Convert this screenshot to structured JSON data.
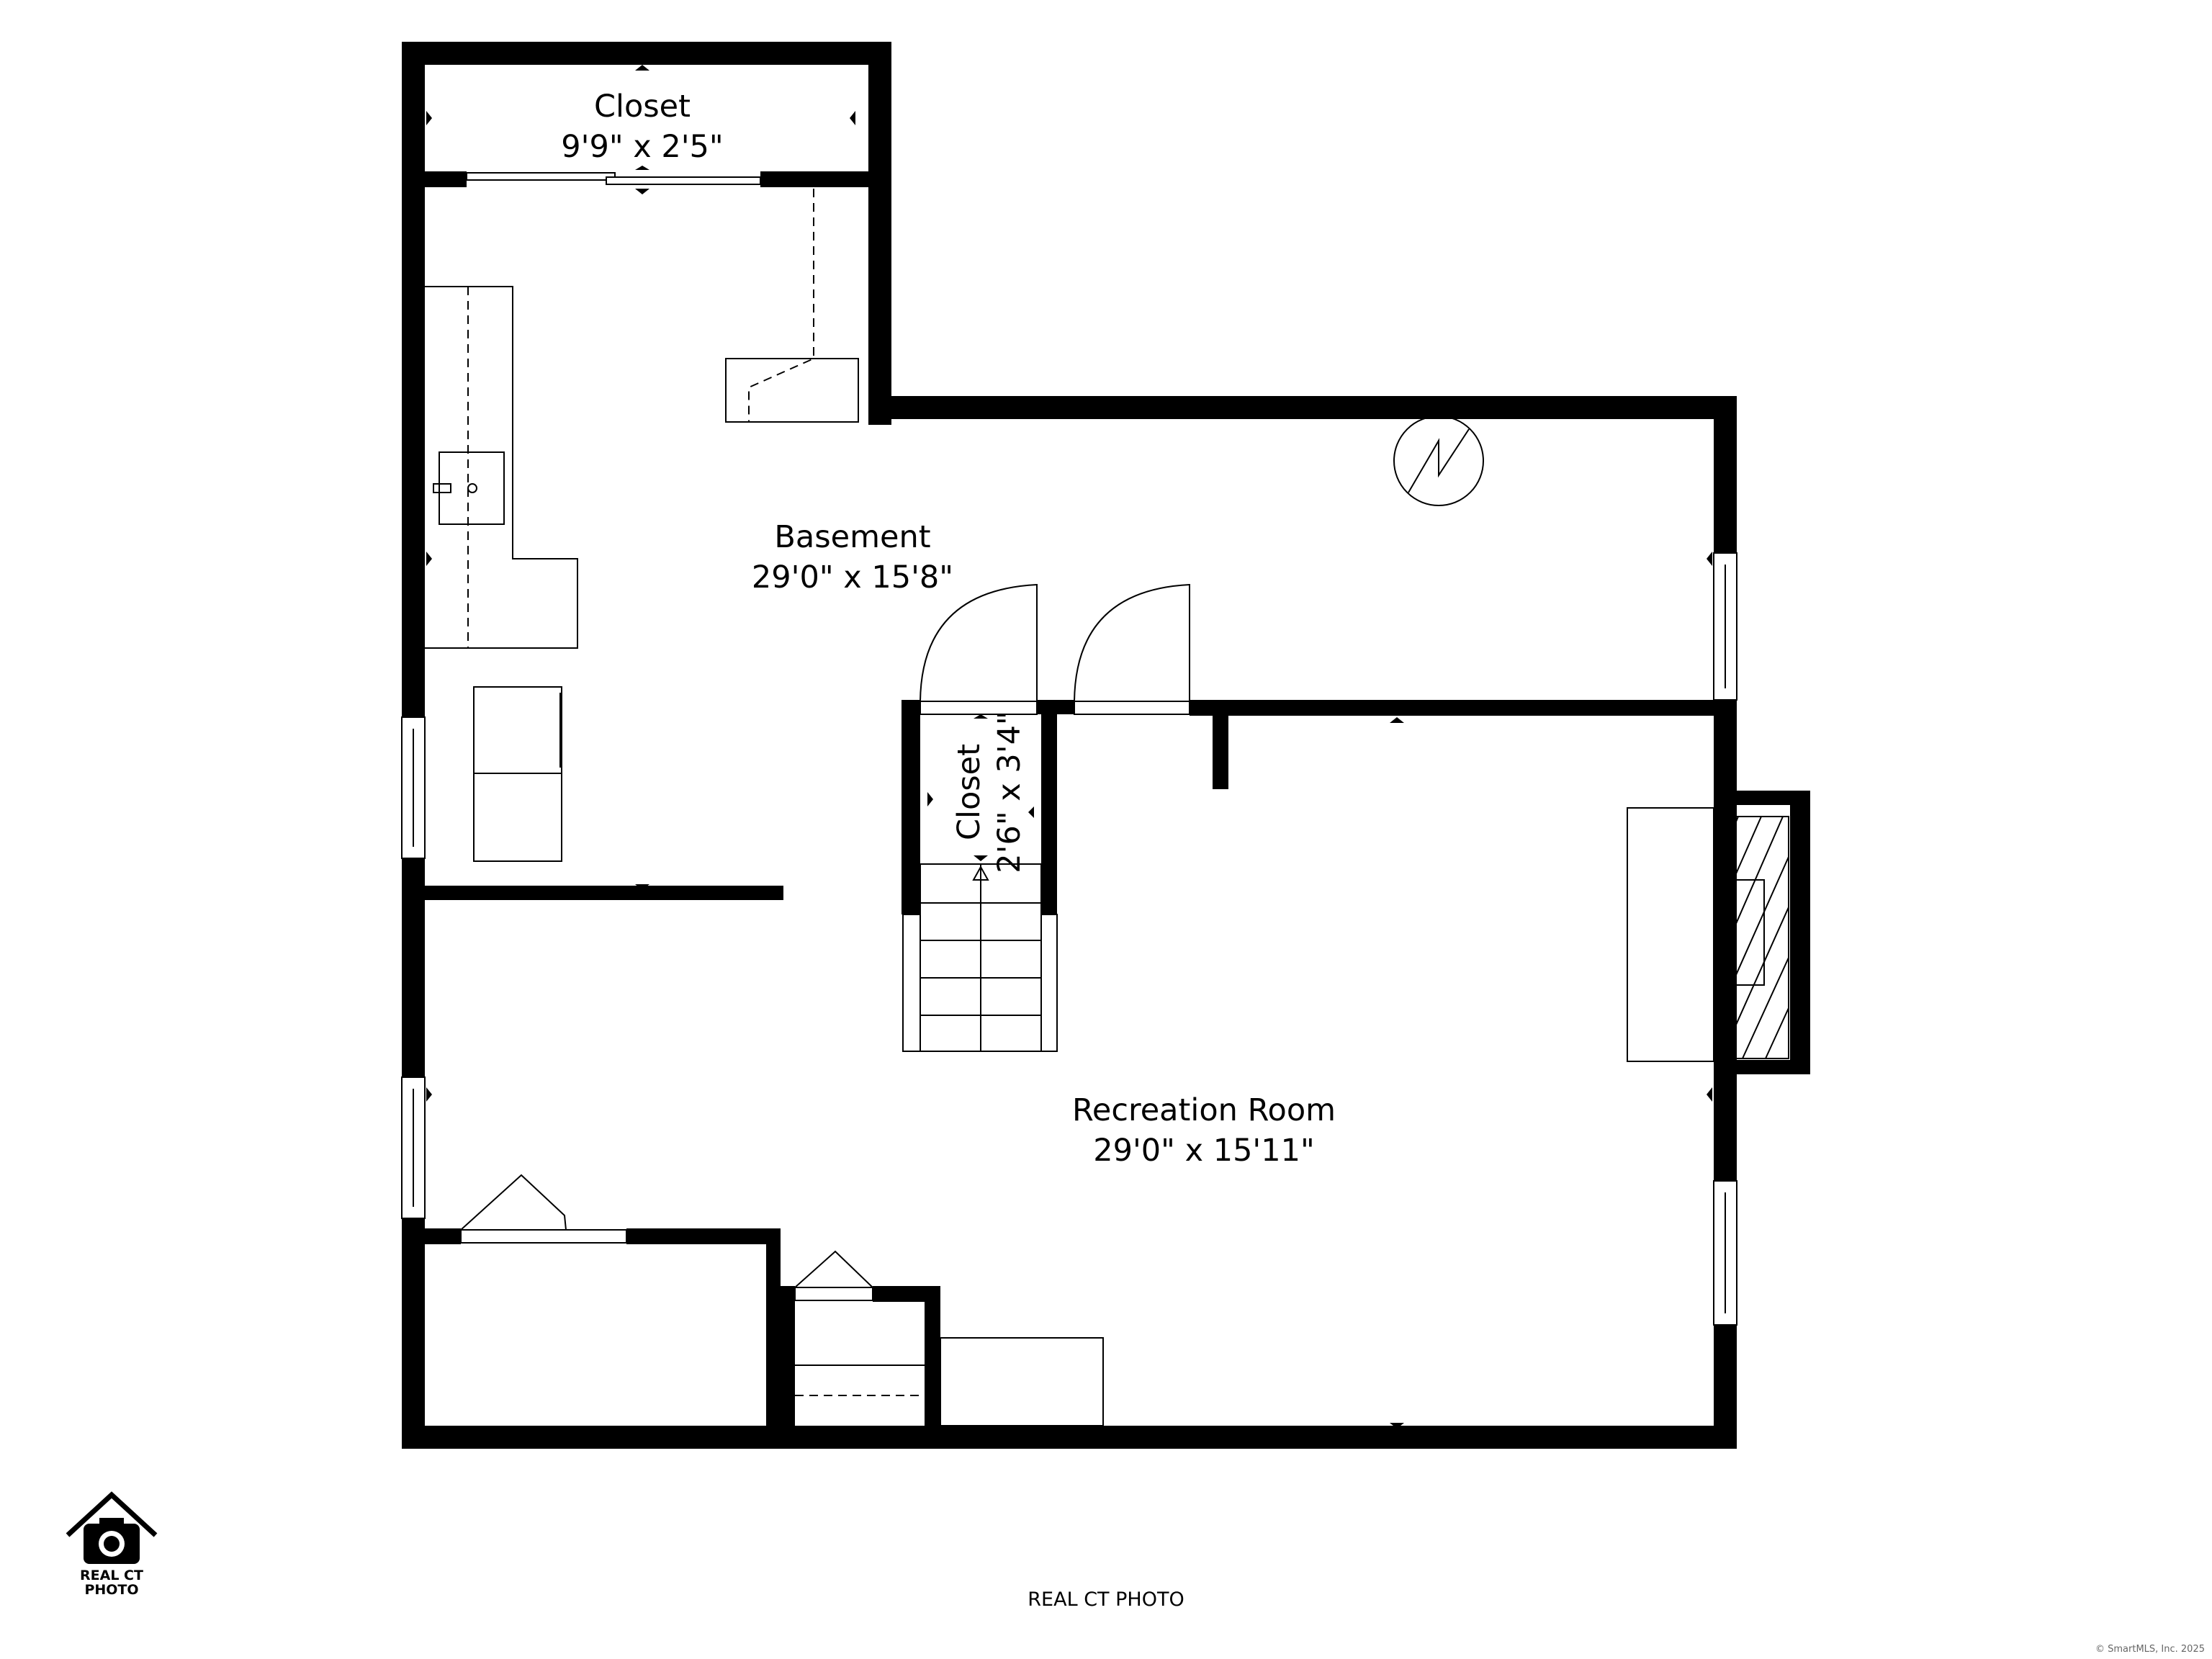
{
  "rooms": {
    "closet_top": {
      "name": "Closet",
      "size": "9'9\" x 2'5\""
    },
    "basement": {
      "name": "Basement",
      "size": "29'0\" x 15'8\""
    },
    "closet_stair": {
      "name": "Closet",
      "size": "2'6\" x 3'4\""
    },
    "recreation": {
      "name": "Recreation Room",
      "size": "29'0\" x 15'11\""
    }
  },
  "logo": {
    "line1": "REAL CT",
    "line2": "PHOTO"
  },
  "footer": {
    "caption": "REAL CT PHOTO",
    "copyright": "© SmartMLS, Inc. 2025"
  },
  "icons": {
    "utility": "water-heater-icon",
    "logo": "camera-house-icon"
  },
  "colors": {
    "wall": "#000000",
    "background": "#ffffff"
  }
}
